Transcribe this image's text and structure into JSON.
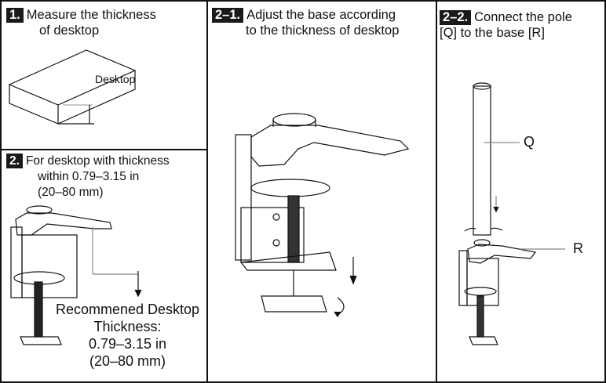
{
  "steps": [
    {
      "badge": "1.",
      "text": "Measure the thickness",
      "text2": "of desktop"
    },
    {
      "badge": "2.",
      "text": "For desktop with thickness",
      "text2": "within 0.79–3.15 in",
      "text3": "(20–80 mm)"
    },
    {
      "badge": "2–1.",
      "text": "Adjust the base according",
      "text2": "to the thickness of desktop"
    },
    {
      "badge": "2–2.",
      "text": "Connect the pole",
      "text2": "[Q] to the base [R]"
    }
  ],
  "labels": {
    "desktop": "Desktop",
    "pole": "Q",
    "base": "R"
  },
  "recommendation": {
    "line1": "Recommened Desktop",
    "line2": "Thickness:",
    "line3": "0.79–3.15 in",
    "line4": "(20–80 mm)"
  }
}
